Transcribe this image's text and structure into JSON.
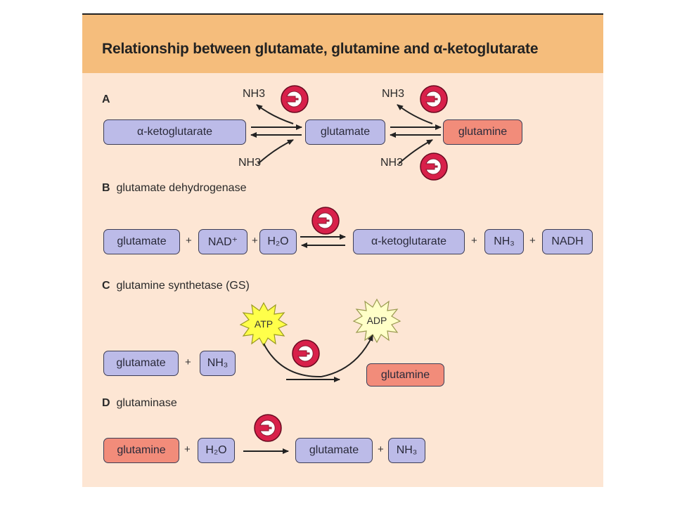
{
  "title": "Relationship between glutamate, glutamine and α-ketoglutarate",
  "colors": {
    "header": "#f5bd7c",
    "panel": "#fde6d4",
    "substrate": "#bcbbe8",
    "glutamine": "#f28c7a",
    "enzyme": "#d8204a",
    "atp": "#ffff4a",
    "adp": "#ffffc8"
  },
  "icons": {
    "enzyme": "enzyme-pacman-icon",
    "atp": "burst-star-icon"
  },
  "sections": {
    "a": {
      "letter": "A",
      "alpha_kg": "α-ketoglutarate",
      "glutamate": "glutamate",
      "glutamine": "glutamine",
      "nh3_top_left": "NH3",
      "nh3_bottom_left": "NH3",
      "nh3_top_right": "NH3",
      "nh3_bottom_right": "NH3"
    },
    "b": {
      "letter": "B",
      "heading": "glutamate dehydrogenase",
      "glutamate": "glutamate",
      "nad": "NAD⁺",
      "h2o": "H₂O",
      "alpha_kg": "α-ketoglutarate",
      "nh3": "NH₃",
      "nadh": "NADH"
    },
    "c": {
      "letter": "C",
      "heading": "glutamine synthetase (GS)",
      "atp": "ATP",
      "adp": "ADP",
      "glutamate": "glutamate",
      "nh3": "NH₃",
      "glutamine": "glutamine"
    },
    "d": {
      "letter": "D",
      "heading": "glutaminase",
      "glutamine": "glutamine",
      "h2o": "H₂O",
      "glutamate": "glutamate",
      "nh3": "NH₃"
    }
  },
  "plus": "+"
}
